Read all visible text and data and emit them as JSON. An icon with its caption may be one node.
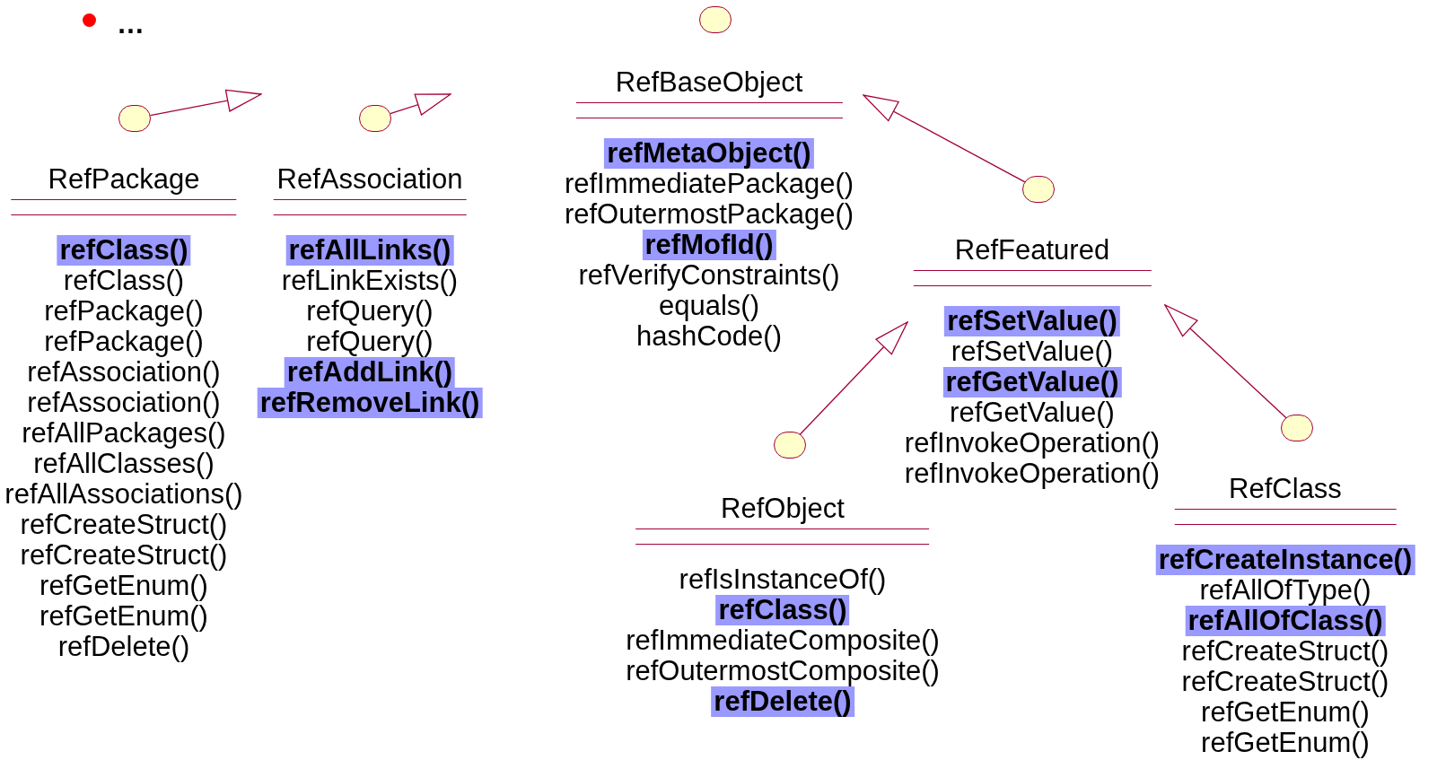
{
  "diagram": {
    "nodes": [
      {
        "text": [],
        "shape": "circle"
      },
      {
        "text": [],
        "shape": "circle"
      },
      {
        "text": [],
        "shape": "circle"
      },
      {
        "text": [
          "RefBaseObject",
          "**refMetaObject()**",
          "refImmediatePackage()",
          "refOutermostPackage()",
          "**refMofId()**",
          "refVerifyConstraints()",
          "equals()",
          "hashCode()"
        ]
      },
      {
        "text": [
          "RefPackage",
          "**refClass()**",
          "refClass()",
          "refPackage()",
          "refPackage()",
          "refAssociation()",
          "refAssociation()",
          "refAllPackages()",
          "refAllClasses()",
          "refAllAssociations()",
          "refCreateStruct()",
          "refCreateStruct()",
          "refGetEnum()",
          "refGetEnum()",
          "refDelete()"
        ]
      },
      {
        "text": [
          "RefAssociation",
          "**refAllLinks()**",
          "refLinkExists()",
          "refQuery()",
          "refQuery()",
          "**refAddLink()**",
          "**refRemoveLink()**"
        ]
      },
      {
        "text": [],
        "shape": "circle"
      },
      {
        "text": [
          "RefFeatured",
          "**refSetValue()**",
          "refSetValue()",
          "**refGetValue()**",
          "refGetValue()",
          "refInvokeOperation()",
          "refInvokeOperation()"
        ]
      },
      {
        "text": [],
        "shape": "circle"
      },
      {
        "text": [],
        "shape": "circle"
      },
      {
        "text": [
          "RefClass",
          "**refCreateInstance()**",
          "refAllOfType()",
          "**refAllOfClass()**",
          "refCreateStruct()",
          "refCreateStruct()",
          "refGetEnum()",
          "refGetEnum()"
        ]
      },
      {
        "text": [
          "RefObject",
          "refIsInstanceOf()",
          "**refClass()**",
          "refImmediateComposite()",
          "refOutermostComposite()",
          "**refDelete()**"
        ]
      }
    ],
    "edges": [
      {
        "from": 1,
        "to": null,
        "arrow": "to"
      },
      {
        "from": 2,
        "to": null,
        "arrow": "to"
      },
      {
        "from": 6,
        "to": 3,
        "arrow": "to"
      },
      {
        "from": 8,
        "to": 7,
        "arrow": "to"
      },
      {
        "from": 9,
        "to": 7,
        "arrow": "to"
      }
    ],
    "labels": [
      "…"
    ]
  }
}
